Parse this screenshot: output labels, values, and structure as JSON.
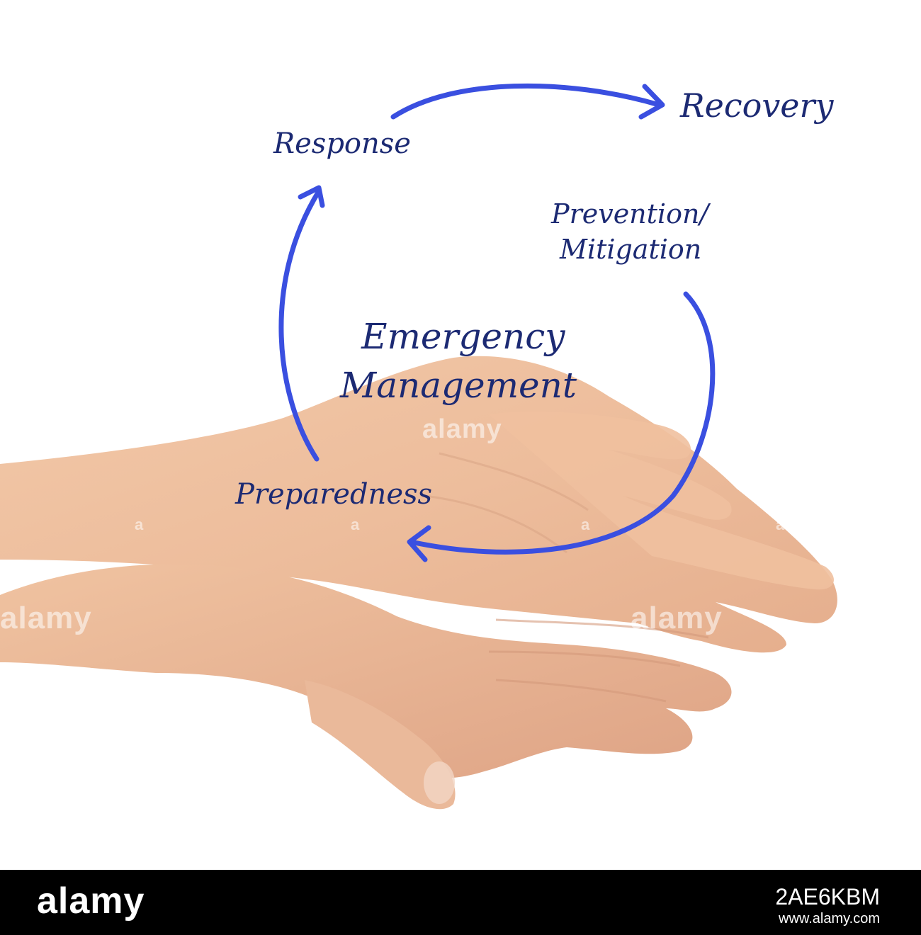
{
  "diagram": {
    "center_title_line1": "Emergency",
    "center_title_line2": "Management",
    "stages": {
      "response": "Response",
      "recovery": "Recovery",
      "prevention_line1": "Prevention/",
      "prevention_line2": "Mitigation",
      "preparedness": "Preparedness"
    },
    "arrow_color": "#3a4fe0",
    "text_color": "#1c2a73"
  },
  "watermark": {
    "text": "alamy",
    "small_mark": "a"
  },
  "footer": {
    "logo": "alamy",
    "image_id": "2AE6KBM",
    "url": "www.alamy.com"
  }
}
